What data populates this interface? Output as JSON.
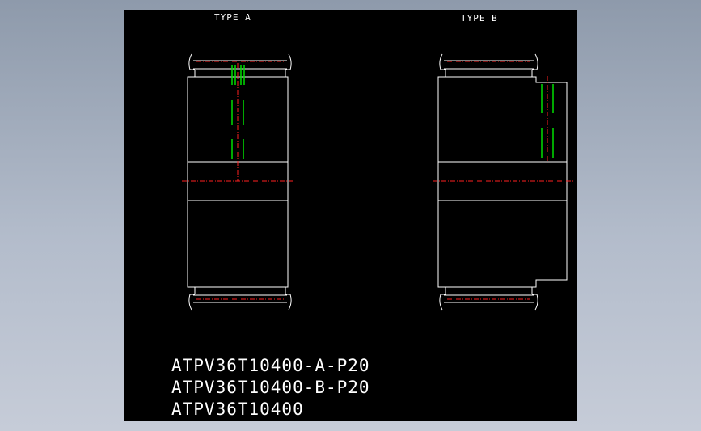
{
  "drawing": {
    "labels": {
      "type_a": "TYPE A",
      "type_b": "TYPE B"
    },
    "part_numbers": [
      "ATPV36T10400-A-P20",
      "ATPV36T10400-B-P20",
      "ATPV36T10400"
    ],
    "colors": {
      "background": "#000000",
      "outline": "#ffffff",
      "centerline": "#ff2020",
      "hidden_line": "#00e000"
    }
  }
}
